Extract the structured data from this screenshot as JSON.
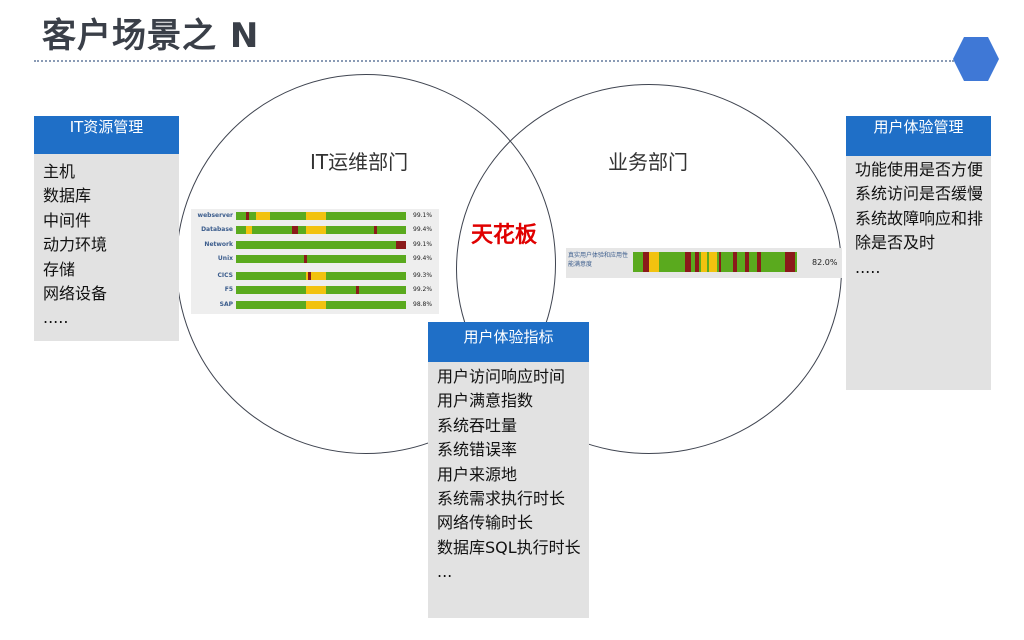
{
  "title": "客户场景之 N",
  "circles": {
    "left_label": "IT运维部门",
    "right_label": "业务部门",
    "intersection_label": "天花板"
  },
  "panels": {
    "it_resources": {
      "header": "IT资源管理",
      "items": [
        "主机",
        "数据库",
        "中间件",
        "动力环境",
        "存储",
        "网络设备",
        "....."
      ]
    },
    "user_experience_mgmt": {
      "header": "用户体验管理",
      "items": [
        "功能使用是否方便",
        "系统访问是否缓慢",
        "系统故障响应和排除是否及时",
        "....."
      ]
    },
    "user_experience_metrics": {
      "header": "用户体验指标",
      "items": [
        "用户访问响应时间",
        "用户满意指数",
        "系统吞吐量",
        "系统错误率",
        "用户来源地",
        "系统需求执行时长",
        "网络传输时长",
        "数据库SQL执行时长",
        "..."
      ]
    }
  },
  "it_status_bars": [
    {
      "label": "webserver",
      "pct": "99.1%"
    },
    {
      "label": "Database",
      "pct": "99.4%"
    },
    {
      "label": "Network",
      "pct": "99.1%"
    },
    {
      "label": "Unix",
      "pct": "99.4%"
    },
    {
      "label": "CICS",
      "pct": "99.3%"
    },
    {
      "label": "F5",
      "pct": "99.2%"
    },
    {
      "label": "SAP",
      "pct": "98.8%"
    }
  ],
  "business_bar": {
    "label": "真实用户体验和应用性能满意度",
    "pct": "82.0%"
  },
  "colors": {
    "header_blue": "#1f6fc7",
    "ok_green": "#5aaa1e",
    "warn_yellow": "#f2c20f",
    "error_red": "#8b1a1a",
    "ceiling_red": "#e00000"
  }
}
